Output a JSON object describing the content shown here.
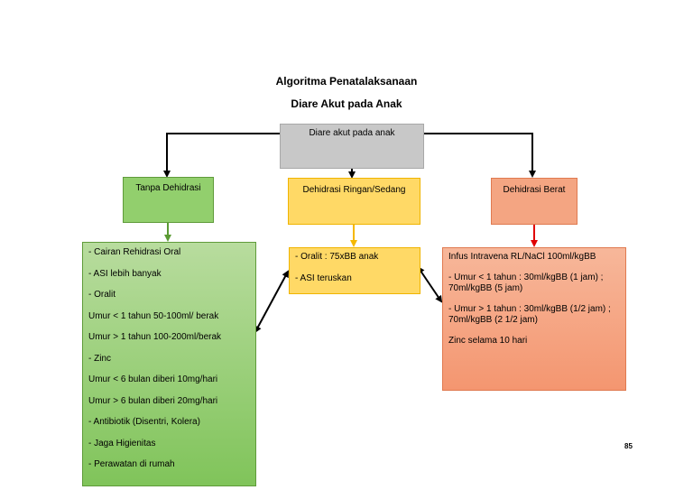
{
  "title": {
    "line1": "Algoritma Penatalaksanaan",
    "line2": "Diare Akut pada Anak"
  },
  "nodes": {
    "root": "Diare akut pada anak",
    "tanpa": "Tanpa Dehidrasi",
    "ringan": "Dehidrasi Ringan/Sedang",
    "berat": "Dehidrasi Berat"
  },
  "tanpa_list": [
    "- Cairan Rehidrasi Oral",
    "- ASI lebih banyak",
    "- Oralit",
    "Umur < 1 tahun 50-100ml/ berak",
    "Umur > 1 tahun 100-200ml/berak",
    "- Zinc",
    "Umur < 6 bulan diberi 10mg/hari",
    "Umur > 6 bulan diberi 20mg/hari",
    "- Antibiotik (Disentri, Kolera)",
    "- Jaga Higienitas",
    "- Perawatan di rumah"
  ],
  "ringan_list": [
    "- Oralit : 75xBB anak",
    "- ASI teruskan"
  ],
  "berat_list": [
    "Infus Intravena RL/NaCl 100ml/kgBB",
    "- Umur < 1 tahun : 30ml/kgBB (1 jam) ; 70ml/kgBB (5 jam)",
    "- Umur > 1 tahun : 30ml/kgBB (1/2 jam) ; 70ml/kgBB (2 1/2 jam)",
    "Zinc selama 10 hari"
  ],
  "page_number": "85",
  "colors": {
    "root_fill": "#c8c8c8",
    "green_fill": "#92cf6d",
    "yellow_fill": "#ffd966",
    "orange_fill": "#f4a582",
    "green_arrow": "#5a9a33",
    "yellow_arrow": "#f5b800",
    "red_arrow": "#e00000"
  }
}
